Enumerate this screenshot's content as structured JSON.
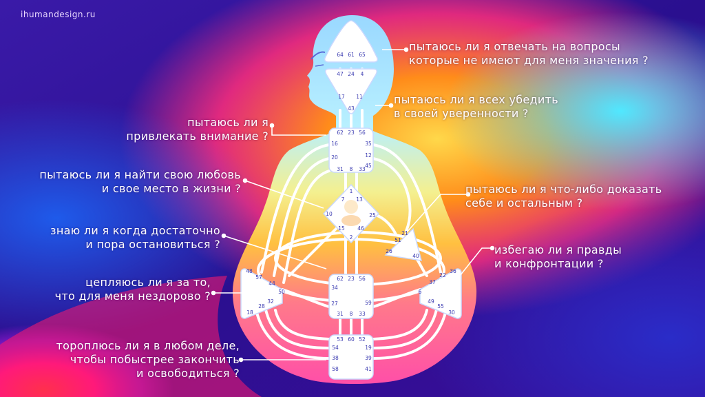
{
  "site": "ihumandesign.ru",
  "questions": {
    "q_head": [
      "пытаюсь ли я отвечать на вопросы",
      "которые не имеют для меня значения ?"
    ],
    "q_ajna": [
      "пытаюсь ли я всех убедить",
      "в своей уверенности ?"
    ],
    "q_throat": [
      "пытаюсь ли я",
      "привлекать внимание ?"
    ],
    "q_g": [
      "пытаюсь ли я найти свою любовь",
      "и свое место в жизни ?"
    ],
    "q_ego": [
      "пытаюсь ли я что-либо доказать",
      "себе и остальным ?"
    ],
    "q_sacral": [
      "знаю ли я когда достаточно",
      "и пора остановиться ?"
    ],
    "q_emotion": [
      "избегаю ли я правды",
      "и конфронтации ?"
    ],
    "q_spleen": [
      "цепляюсь ли я за то,",
      "что для меня нездорово ?"
    ],
    "q_root": [
      "тороплюсь ли я в любом деле,",
      "чтобы побыстрее закончить",
      "и освободиться ?"
    ]
  },
  "gates": {
    "head": [
      "64",
      "61",
      "65"
    ],
    "ajna": [
      "47",
      "24",
      "4",
      "17",
      "11",
      "43"
    ],
    "throat": [
      "62",
      "23",
      "56",
      "16",
      "20",
      "35",
      "12",
      "45",
      "31",
      "8",
      "33"
    ],
    "g": [
      "1",
      "7",
      "13",
      "10",
      "25",
      "15",
      "46",
      "2"
    ],
    "ego": [
      "21",
      "51",
      "26",
      "40"
    ],
    "sacral": [
      "62",
      "23",
      "56",
      "34",
      "27",
      "59",
      "31",
      "8",
      "33"
    ],
    "spleen": [
      "48",
      "57",
      "44",
      "50",
      "32",
      "28",
      "18"
    ],
    "emotion": [
      "36",
      "22",
      "37",
      "6",
      "49",
      "55",
      "30"
    ],
    "root": [
      "53",
      "60",
      "52",
      "54",
      "19",
      "38",
      "39",
      "58",
      "41"
    ]
  },
  "colors": {
    "bg_dark": "#2a0f8f",
    "bg_pink": "#ff1a8c",
    "bg_orange": "#ff8c1a",
    "body_top": "#8fd6ff",
    "body_bottom": "#ff4fa8",
    "gate_text": "#3a3ab0",
    "line": "#ffffff"
  }
}
